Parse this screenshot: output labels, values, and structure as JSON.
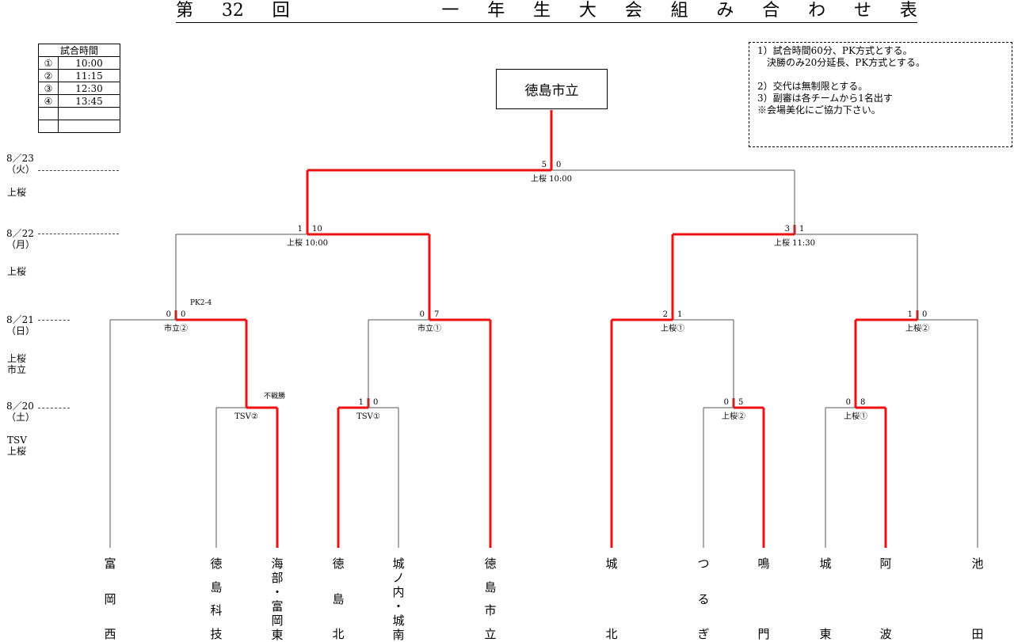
{
  "title": [
    "第",
    "32",
    "回",
    "一",
    "年",
    "生",
    "大",
    "会",
    "組",
    "み",
    "合",
    "わ",
    "せ",
    "表"
  ],
  "schedule": {
    "header": "試合時間",
    "rows": [
      {
        "mark": "①",
        "time": "10:00"
      },
      {
        "mark": "②",
        "time": "11:15"
      },
      {
        "mark": "③",
        "time": "12:30"
      },
      {
        "mark": "④",
        "time": "13:45"
      },
      {
        "mark": "",
        "time": ""
      },
      {
        "mark": "",
        "time": ""
      }
    ]
  },
  "notes": [
    "1）試合時間60分、PK方式とする。",
    "　決勝のみ20分延長、PK方式とする。",
    "",
    "2）交代は無制限とする。",
    "3）副審は各チームから1名出す",
    "※会場美化にご協力下さい。"
  ],
  "champion": "徳島市立",
  "days": [
    {
      "date": "8／23",
      "weekday": "（火）"
    },
    {
      "date": "8／22",
      "weekday": "（月）"
    },
    {
      "date": "8／21",
      "weekday": "（日）"
    },
    {
      "date": "8／20",
      "weekday": "（土）"
    }
  ],
  "venues": [
    [
      "上桜"
    ],
    [
      "上桜"
    ],
    [
      "上桜",
      "市立"
    ],
    [
      "TSV",
      "上桜"
    ]
  ],
  "teams": [
    [
      "富",
      "岡",
      "西"
    ],
    [
      "徳",
      "島",
      "科",
      "技"
    ],
    [
      "海",
      "部",
      "・",
      "富",
      "岡",
      "東"
    ],
    [
      "徳",
      "島",
      "北"
    ],
    [
      "城",
      "ノ",
      "内",
      "・",
      "城",
      "南"
    ],
    [
      "徳",
      "島",
      "市",
      "立"
    ],
    [
      "城",
      "北"
    ],
    [
      "つ",
      "る",
      "ぎ"
    ],
    [
      "鳴",
      "門"
    ],
    [
      "城",
      "東"
    ],
    [
      "阿",
      "波"
    ],
    [
      "池",
      "田"
    ]
  ],
  "matches": [
    {
      "id": "r1-a",
      "left_score": "",
      "right_score": "不戦勝",
      "venue": "TSV②",
      "note": ""
    },
    {
      "id": "r1-b",
      "left_score": "1",
      "right_score": "0",
      "venue": "TSV①",
      "note": ""
    },
    {
      "id": "r1-c",
      "left_score": "0",
      "right_score": "5",
      "venue": "上桜②",
      "note": ""
    },
    {
      "id": "r1-d",
      "left_score": "0",
      "right_score": "8",
      "venue": "上桜①",
      "note": ""
    },
    {
      "id": "r2-a",
      "left_score": "0",
      "right_score": "0",
      "venue": "市立②",
      "note": "PK2-4"
    },
    {
      "id": "r2-b",
      "left_score": "0",
      "right_score": "7",
      "venue": "市立①",
      "note": ""
    },
    {
      "id": "r2-c",
      "left_score": "2",
      "right_score": "1",
      "venue": "上桜①",
      "note": ""
    },
    {
      "id": "r2-d",
      "left_score": "1",
      "right_score": "0",
      "venue": "上桜②",
      "note": ""
    },
    {
      "id": "sf-a",
      "left_score": "1",
      "right_score": "10",
      "venue": "上桜 10:00",
      "note": ""
    },
    {
      "id": "sf-b",
      "left_score": "3",
      "right_score": "1",
      "venue": "上桜 11:30",
      "note": ""
    },
    {
      "id": "final",
      "left_score": "5",
      "right_score": "0",
      "venue": "上桜 10:00",
      "note": ""
    }
  ],
  "colors": {
    "winner_line": "#ee1111",
    "line": "#555555",
    "text": "#000000"
  }
}
